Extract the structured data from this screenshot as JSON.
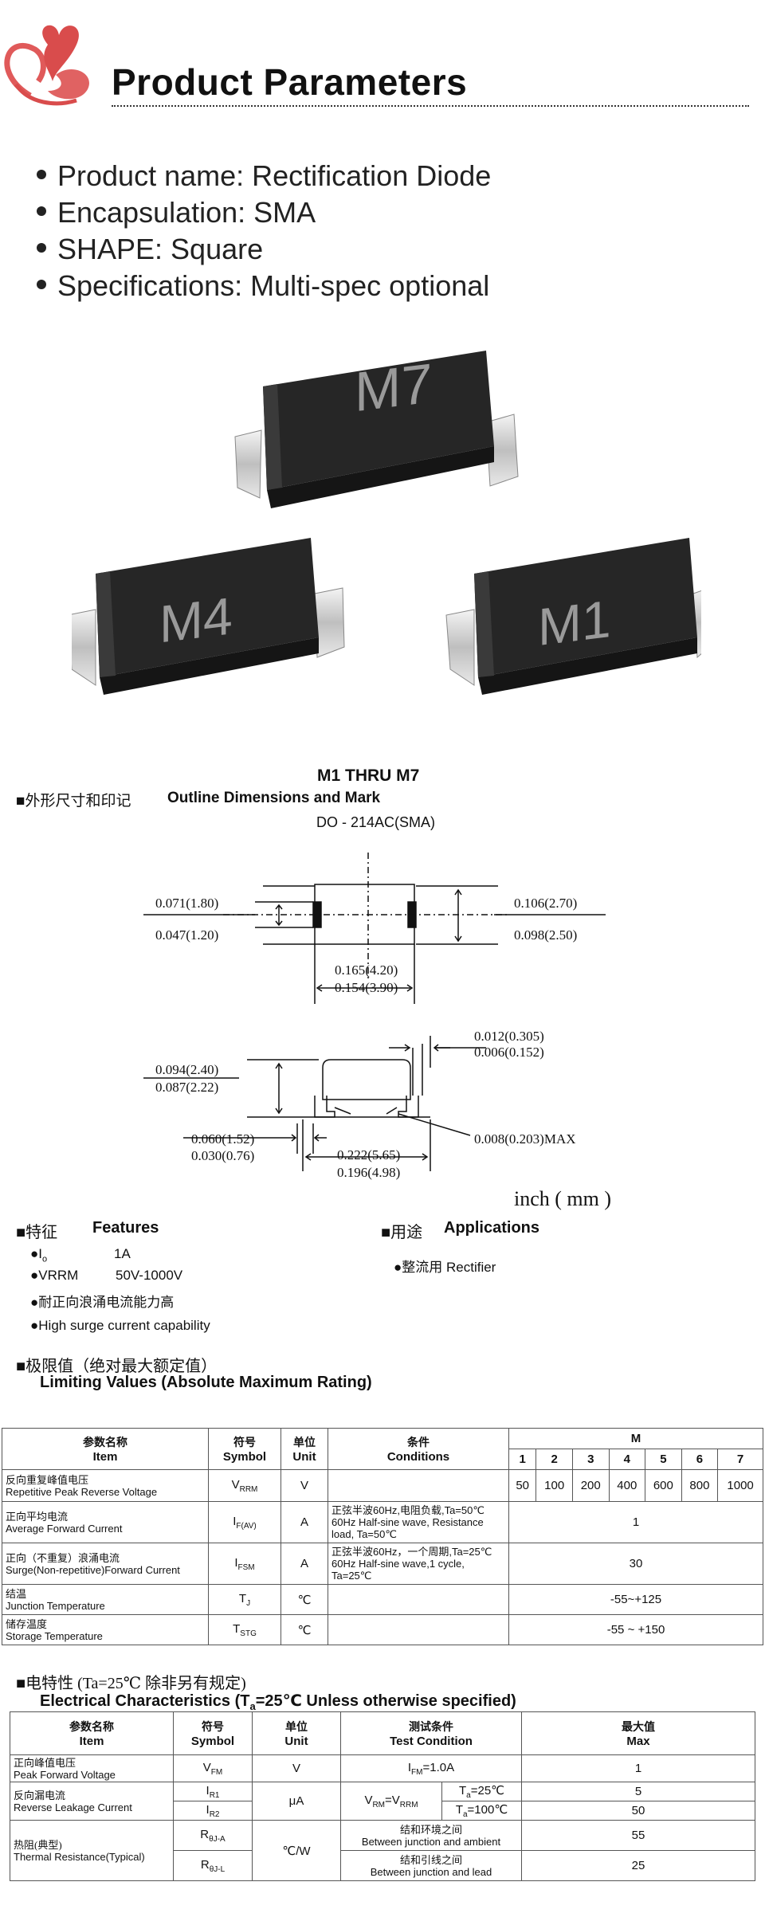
{
  "header": {
    "title": "Product Parameters"
  },
  "bullets": [
    "Product name:  Rectification Diode",
    "Encapsulation:  SMA",
    "SHAPE: Square",
    "Specifications:  Multi-spec optional"
  ],
  "chips": [
    "M7",
    "M4",
    "M1"
  ],
  "drawing": {
    "title": "M1 THRU M7",
    "cn_label": "■外形尺寸和印记",
    "en_label": "Outline Dimensions and Mark",
    "package": "DO - 214AC(SMA)",
    "dims": {
      "h1_top": "0.071(1.80)",
      "h1_bottom": "0.047(1.20)",
      "h2_top": "0.106(2.70)",
      "h2_bottom": "0.098(2.50)",
      "w1_top": "0.165(4.20)",
      "w1_bottom": "0.154(3.90)",
      "t_top": "0.012(0.305)",
      "t_bottom": "0.006(0.152)",
      "h3_top": "0.094(2.40)",
      "h3_bottom": "0.087(2.22)",
      "lead_top": "0.060(1.52)",
      "lead_bottom": "0.030(0.76)",
      "w2_top": "0.222(5.65)",
      "w2_bottom": "0.196(4.98)",
      "max": "0.008(0.203)MAX"
    },
    "units": "inch ( mm )"
  },
  "features": {
    "cn": "■特征",
    "en": "Features",
    "io_label": "●I",
    "io_sub": "o",
    "io_value": "1A",
    "vrrm_label": "●VRRM",
    "vrrm_value": "50V-1000V",
    "cn_line": "●耐正向浪涌电流能力高",
    "en_line": "●High surge current capability"
  },
  "applications": {
    "cn": "■用途",
    "en": "Applications",
    "item": "●整流用  Rectifier"
  },
  "limiting": {
    "cn": "■极限值（绝对最大额定值）",
    "en": "Limiting Values (Absolute Maximum Rating)",
    "headers": {
      "item_cn": "参数名称",
      "item_en": "Item",
      "sym_cn": "符号",
      "sym_en": "Symbol",
      "unit_cn": "单位",
      "unit_en": "Unit",
      "cond_cn": "条件",
      "cond_en": "Conditions",
      "m": "M"
    },
    "m_numbers": [
      "1",
      "2",
      "3",
      "4",
      "5",
      "6",
      "7"
    ],
    "rows": [
      {
        "cn": "反向重复峰值电压",
        "en": "Repetitive Peak Reverse Voltage",
        "sym": "V",
        "sub": "RRM",
        "unit": "V",
        "cond": "",
        "values": [
          "50",
          "100",
          "200",
          "400",
          "600",
          "800",
          "1000"
        ]
      },
      {
        "cn": "正向平均电流",
        "en": "Average Forward Current",
        "sym": "I",
        "sub": "F(AV)",
        "unit": "A",
        "cond": "正弦半波60Hz,电阻负载,Ta=50℃ 60Hz Half-sine wave, Resistance load, Ta=50℃",
        "value": "1"
      },
      {
        "cn": "正向（不重复）浪涌电流",
        "en": "Surge(Non-repetitive)Forward Current",
        "sym": "I",
        "sub": "FSM",
        "unit": "A",
        "cond": "正弦半波60Hz，一个周期,Ta=25℃ 60Hz Half-sine wave,1 cycle, Ta=25℃",
        "value": "30"
      },
      {
        "cn": "结温",
        "en": "Junction  Temperature",
        "sym": "T",
        "sub": "J",
        "unit": "℃",
        "cond": "",
        "value": "-55~+125"
      },
      {
        "cn": "储存温度",
        "en": "Storage Temperature",
        "sym": "T",
        "sub": "STG",
        "unit": "℃",
        "cond": "",
        "value": "-55 ~ +150"
      }
    ]
  },
  "electrical": {
    "cn": "■电特性      (Ta=25℃ 除非另有规定)",
    "en_a": "Electrical Characteristics (T",
    "en_sub": "a",
    "en_b": "=25℃ Unless otherwise specified)",
    "headers": {
      "item_cn": "参数名称",
      "item_en": "Item",
      "sym_cn": "符号",
      "sym_en": "Symbol",
      "unit_cn": "单位",
      "unit_en": "Unit",
      "cond_cn": "测试条件",
      "cond_en": "Test Condition",
      "max_cn": "最大值",
      "max_en": "Max"
    },
    "vfm": {
      "cn": "正向峰值电压",
      "en": "Peak Forward Voltage",
      "sym": "V",
      "sub": "FM",
      "unit": "V",
      "cond": "I",
      "cond_sub": "FM",
      "cond_rest": "=1.0A",
      "max": "1"
    },
    "ir": {
      "cn": "反向漏电流",
      "en": "Reverse Leakage Current",
      "sym1": "I",
      "sub1": "R1",
      "sym2": "I",
      "sub2": "R2",
      "unit": "μA",
      "cond": "V",
      "cond_sub": "RM",
      "cond_mid": "=V",
      "cond_sub2": "RRM",
      "ta1": "T",
      "ta1_sub": "a",
      "ta1_rest": "=25℃",
      "ta2": "T",
      "ta2_sub": "a",
      "ta2_rest": "=100℃",
      "max1": "5",
      "max2": "50"
    },
    "rth": {
      "cn": "热阻(典型)",
      "en": "Thermal Resistance(Typical)",
      "sym1": "R",
      "sub1": "θJ-A",
      "sym2": "R",
      "sub2": "θJ-L",
      "unit": "℃/W",
      "c1_cn": "结和环境之间",
      "c1_en": "Between junction and ambient",
      "c2_cn": "结和引线之间",
      "c2_en": "Between junction and lead",
      "max1": "55",
      "max2": "25"
    }
  }
}
